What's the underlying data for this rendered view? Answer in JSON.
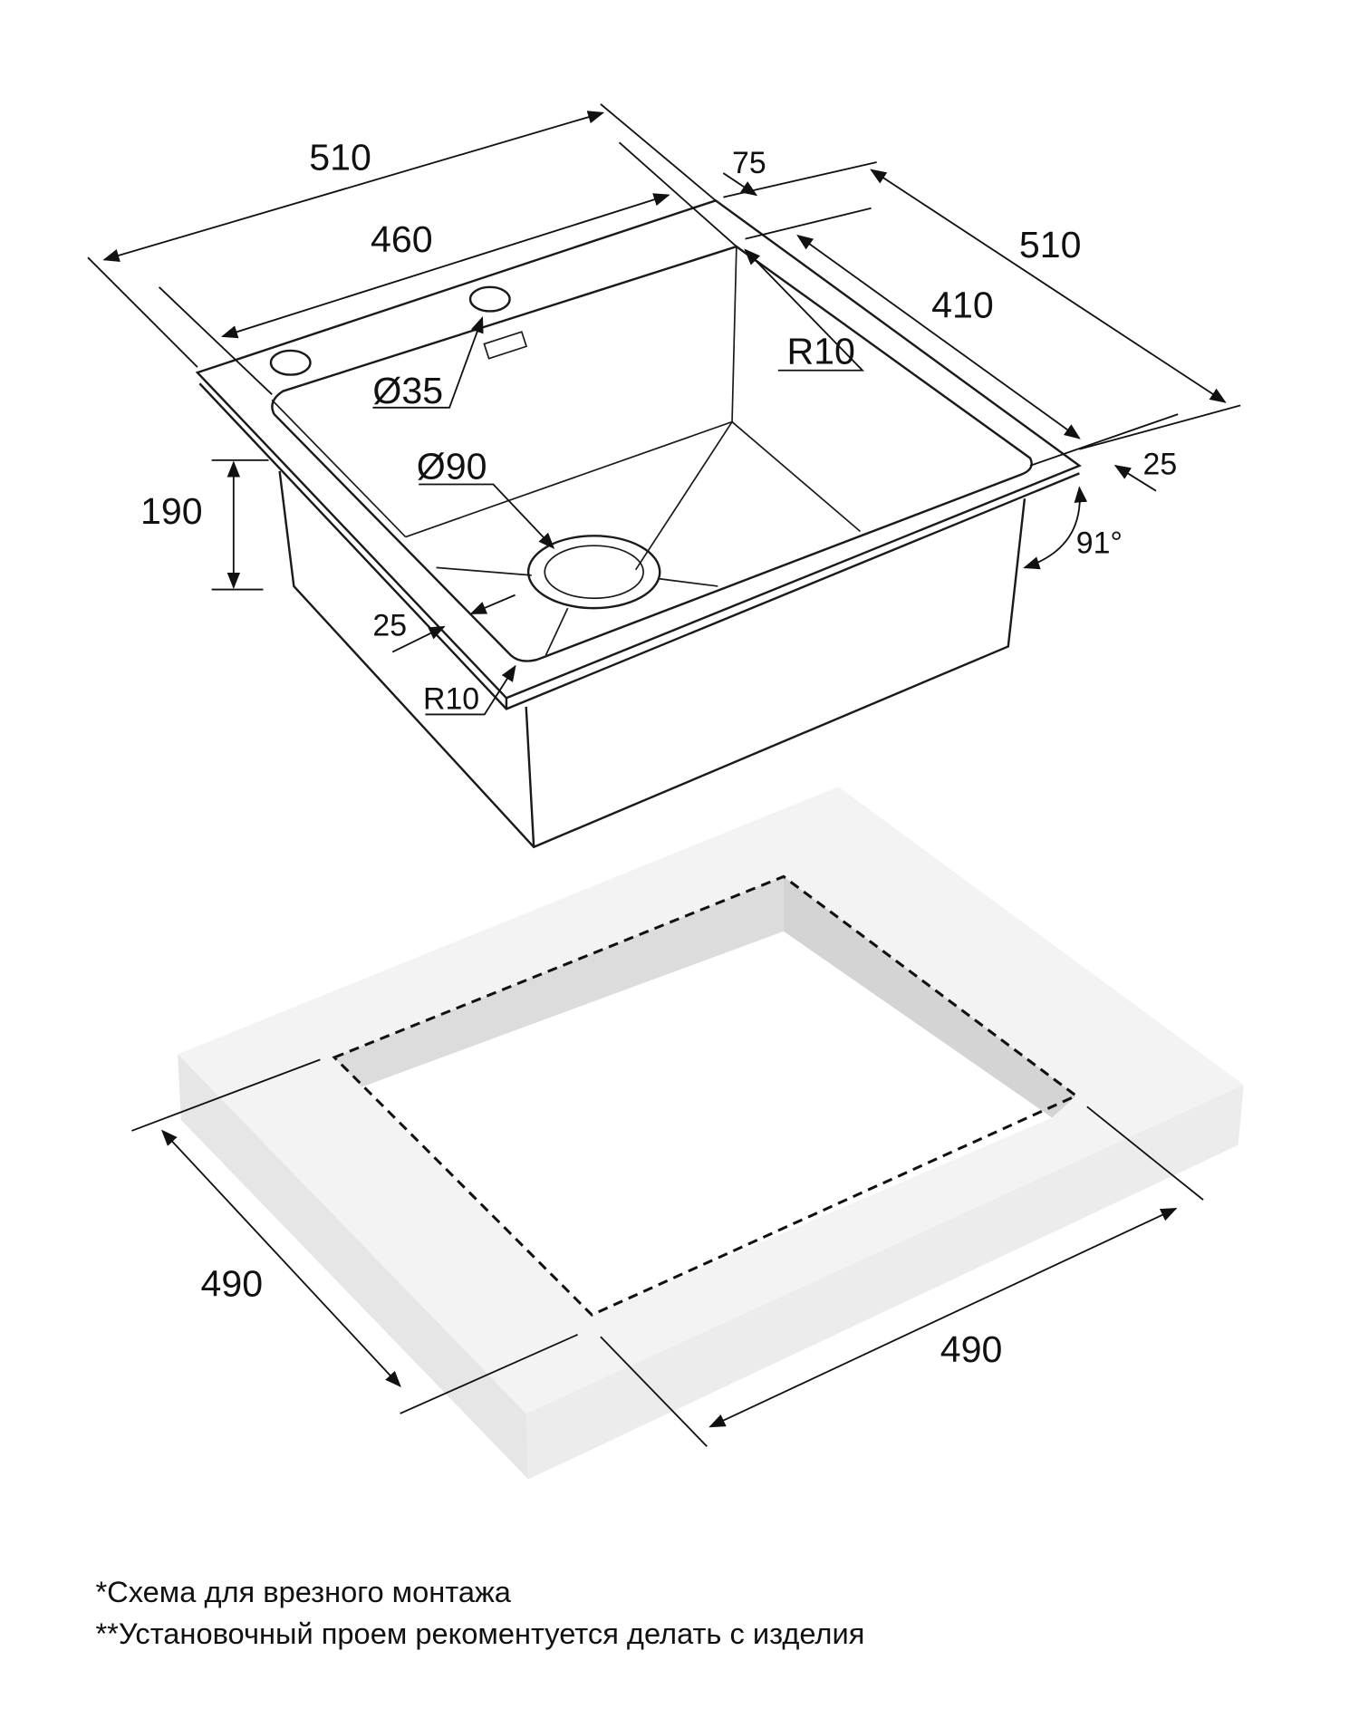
{
  "sink": {
    "width_outer": "510",
    "width_inner": "460",
    "depth_outer": "510",
    "depth_inner": "410",
    "rim_back": "75",
    "rim_side": "25",
    "rim_front": "25",
    "height": "190",
    "radius_top": "R10",
    "radius_front": "R10",
    "tap_hole": "Ø35",
    "drain": "Ø90",
    "angle": "91°"
  },
  "cutout": {
    "depth": "490",
    "width": "490"
  },
  "notes": [
    "*Схема для врезного монтажа",
    "**Установочный проем рекоментуется делать с изделия"
  ]
}
